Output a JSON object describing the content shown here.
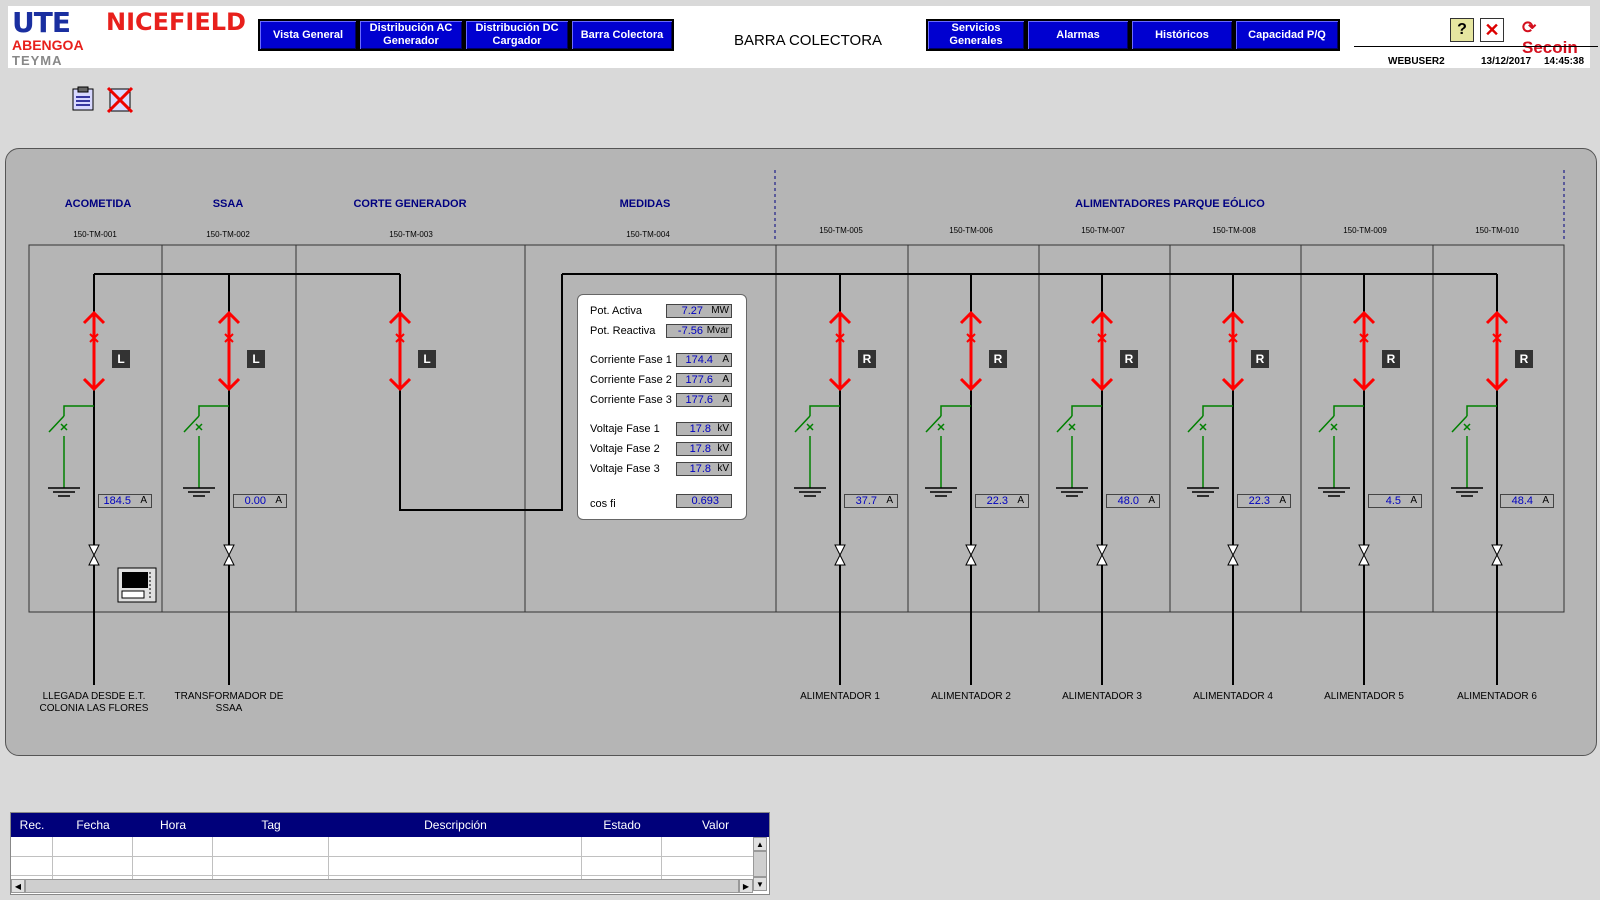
{
  "header": {
    "logo_ute": "UTE",
    "logo_nicefield": "NICEFIELD",
    "logo_abengoa": "ABENGOA",
    "logo_teyma": "TEYMA",
    "title": "BARRA COLECTORA",
    "nav_left": [
      {
        "label": "Vista General"
      },
      {
        "label": "Distribución AC Generador"
      },
      {
        "label": "Distribución DC Cargador"
      },
      {
        "label": "Barra Colectora"
      }
    ],
    "nav_right": [
      {
        "label": "Servicios Generales"
      },
      {
        "label": "Alarmas"
      },
      {
        "label": "Históricos"
      },
      {
        "label": "Capacidad P/Q"
      }
    ],
    "help_label": "?",
    "close_label": "✕",
    "brand": "Secoin",
    "user": "WEBUSER2",
    "date": "13/12/2017",
    "time": "14:45:38"
  },
  "sections": {
    "acometida": "ACOMETIDA",
    "ssaa": "SSAA",
    "corte": "CORTE GENERADOR",
    "medidas": "MEDIDAS",
    "alimentadores": "ALIMENTADORES PARQUE EÓLICO"
  },
  "bays": [
    {
      "tag": "150-TM-001",
      "mode": "L",
      "current": "184.5",
      "unit": "A",
      "label": "LLEGADA DESDE E.T. COLONIA LAS FLORES"
    },
    {
      "tag": "150-TM-002",
      "mode": "L",
      "current": "0.00",
      "unit": "A",
      "label": "TRANSFORMADOR DE SSAA"
    },
    {
      "tag": "150-TM-003",
      "mode": "L"
    },
    {
      "tag": "150-TM-004"
    },
    {
      "tag": "150-TM-005",
      "mode": "R",
      "current": "37.7",
      "unit": "A",
      "label": "ALIMENTADOR 1"
    },
    {
      "tag": "150-TM-006",
      "mode": "R",
      "current": "22.3",
      "unit": "A",
      "label": "ALIMENTADOR 2"
    },
    {
      "tag": "150-TM-007",
      "mode": "R",
      "current": "48.0",
      "unit": "A",
      "label": "ALIMENTADOR 3"
    },
    {
      "tag": "150-TM-008",
      "mode": "R",
      "current": "22.3",
      "unit": "A",
      "label": "ALIMENTADOR 4"
    },
    {
      "tag": "150-TM-009",
      "mode": "R",
      "current": "4.5",
      "unit": "A",
      "label": "ALIMENTADOR 5"
    },
    {
      "tag": "150-TM-010",
      "mode": "R",
      "current": "48.4",
      "unit": "A",
      "label": "ALIMENTADOR 6"
    }
  ],
  "measurements": [
    {
      "label": "Pot. Activa",
      "value": "7.27",
      "unit": "MW"
    },
    {
      "label": "Pot. Reactiva",
      "value": "-7.56",
      "unit": "Mvar"
    },
    {
      "label": "Corriente Fase 1",
      "value": "174.4",
      "unit": "A"
    },
    {
      "label": "Corriente Fase 2",
      "value": "177.6",
      "unit": "A"
    },
    {
      "label": "Corriente Fase 3",
      "value": "177.6",
      "unit": "A"
    },
    {
      "label": "Voltaje Fase 1",
      "value": "17.8",
      "unit": "kV"
    },
    {
      "label": "Voltaje Fase 2",
      "value": "17.8",
      "unit": "kV"
    },
    {
      "label": "Voltaje Fase 3",
      "value": "17.8",
      "unit": "kV"
    },
    {
      "label": "cos fi",
      "value": "0.693",
      "unit": ""
    }
  ],
  "alarm_table": {
    "columns": [
      "Rec.",
      "Fecha",
      "Hora",
      "Tag",
      "Descripción",
      "Estado",
      "Valor"
    ],
    "rows": []
  },
  "colors": {
    "nav_blue": "#0000d0",
    "breaker_red": "#ff0000",
    "switch_green": "#008000",
    "value_blue": "#0000c0",
    "header_text": "#000080"
  }
}
